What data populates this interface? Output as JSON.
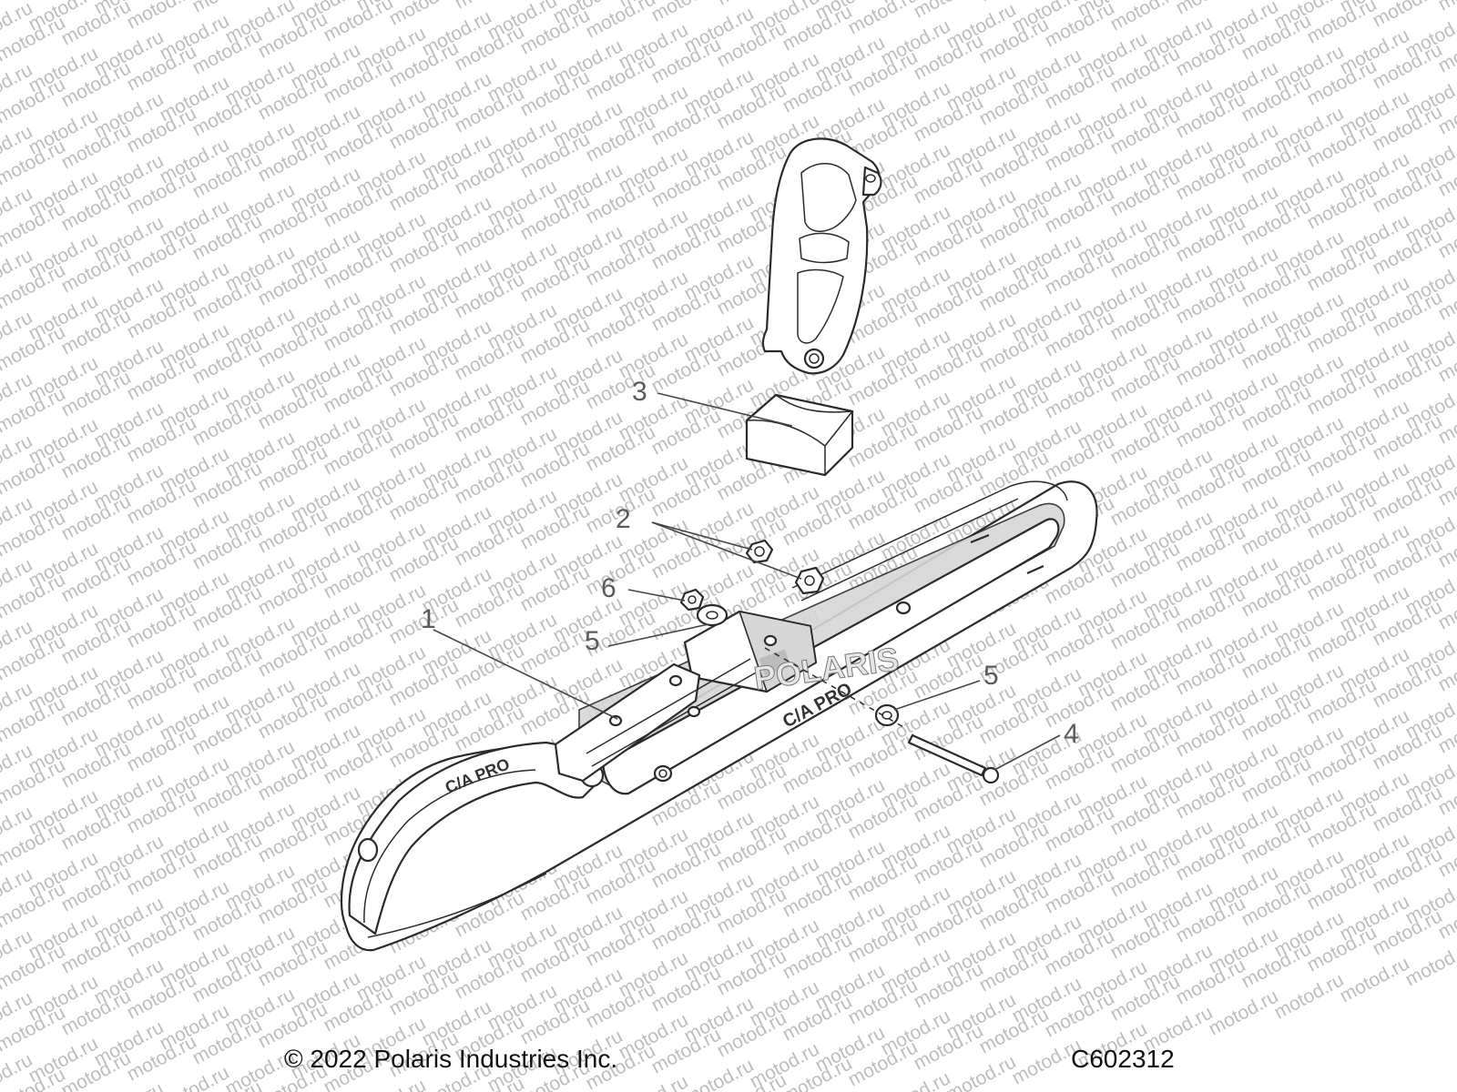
{
  "watermark": {
    "text": "motod.ru",
    "color": "#bdbdbd"
  },
  "callouts": {
    "c1": "1",
    "c2": "2",
    "c3": "3",
    "c4": "4",
    "c5a": "5",
    "c5b": "5",
    "c6": "6"
  },
  "ski_labels": {
    "main_brand": "POLARIS",
    "side_text_1": "C/A PRO",
    "side_text_2": "C/A PRO"
  },
  "footer": {
    "copyright": "© 2022 Polaris Industries Inc.",
    "figure_code": "C602312"
  },
  "colors": {
    "line": "#2a2a2a",
    "callout_text": "#5a5a5a",
    "part_fill": "#ffffff",
    "part_gray": "#d6d6d6"
  }
}
